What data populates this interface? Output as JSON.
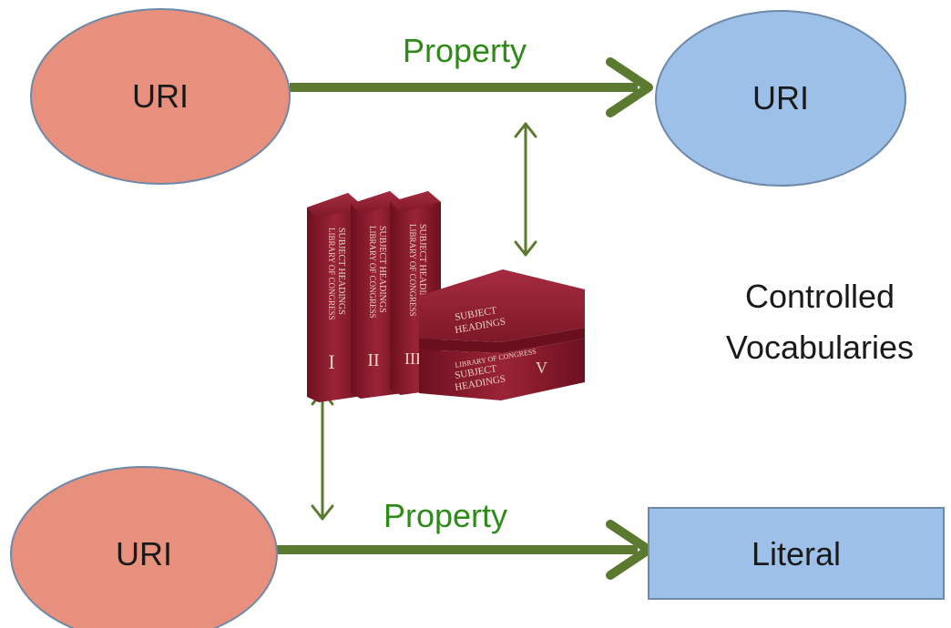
{
  "nodes": {
    "top_left": {
      "label": "URI",
      "kind": "ellipse",
      "fill": "#e8907e"
    },
    "top_right": {
      "label": "URI",
      "kind": "ellipse",
      "fill": "#9dc0e8"
    },
    "bottom_left": {
      "label": "URI",
      "kind": "ellipse",
      "fill": "#e8907e"
    },
    "bottom_right": {
      "label": "Literal",
      "kind": "rectangle",
      "fill": "#9dc0e8"
    }
  },
  "edges": {
    "top": {
      "label": "Property",
      "from": "top_left",
      "to": "top_right"
    },
    "bottom": {
      "label": "Property",
      "from": "bottom_left",
      "to": "bottom_right"
    }
  },
  "vocab": {
    "caption_line1": "Controlled",
    "caption_line2": "Vocabularies",
    "image": "library-of-congress-subject-headings-books",
    "book_spine_1": "LIBRARY OF CONGRESS SUBJECT HEADINGS",
    "book_spine_2": "LIBRARY OF CONGRESS SUBJECT HEADINGS"
  },
  "colors": {
    "arrow": "#5b7a30",
    "property_text": "#2e8b18",
    "node_stroke": "#6e89a8",
    "book": "#8b1a2e"
  }
}
